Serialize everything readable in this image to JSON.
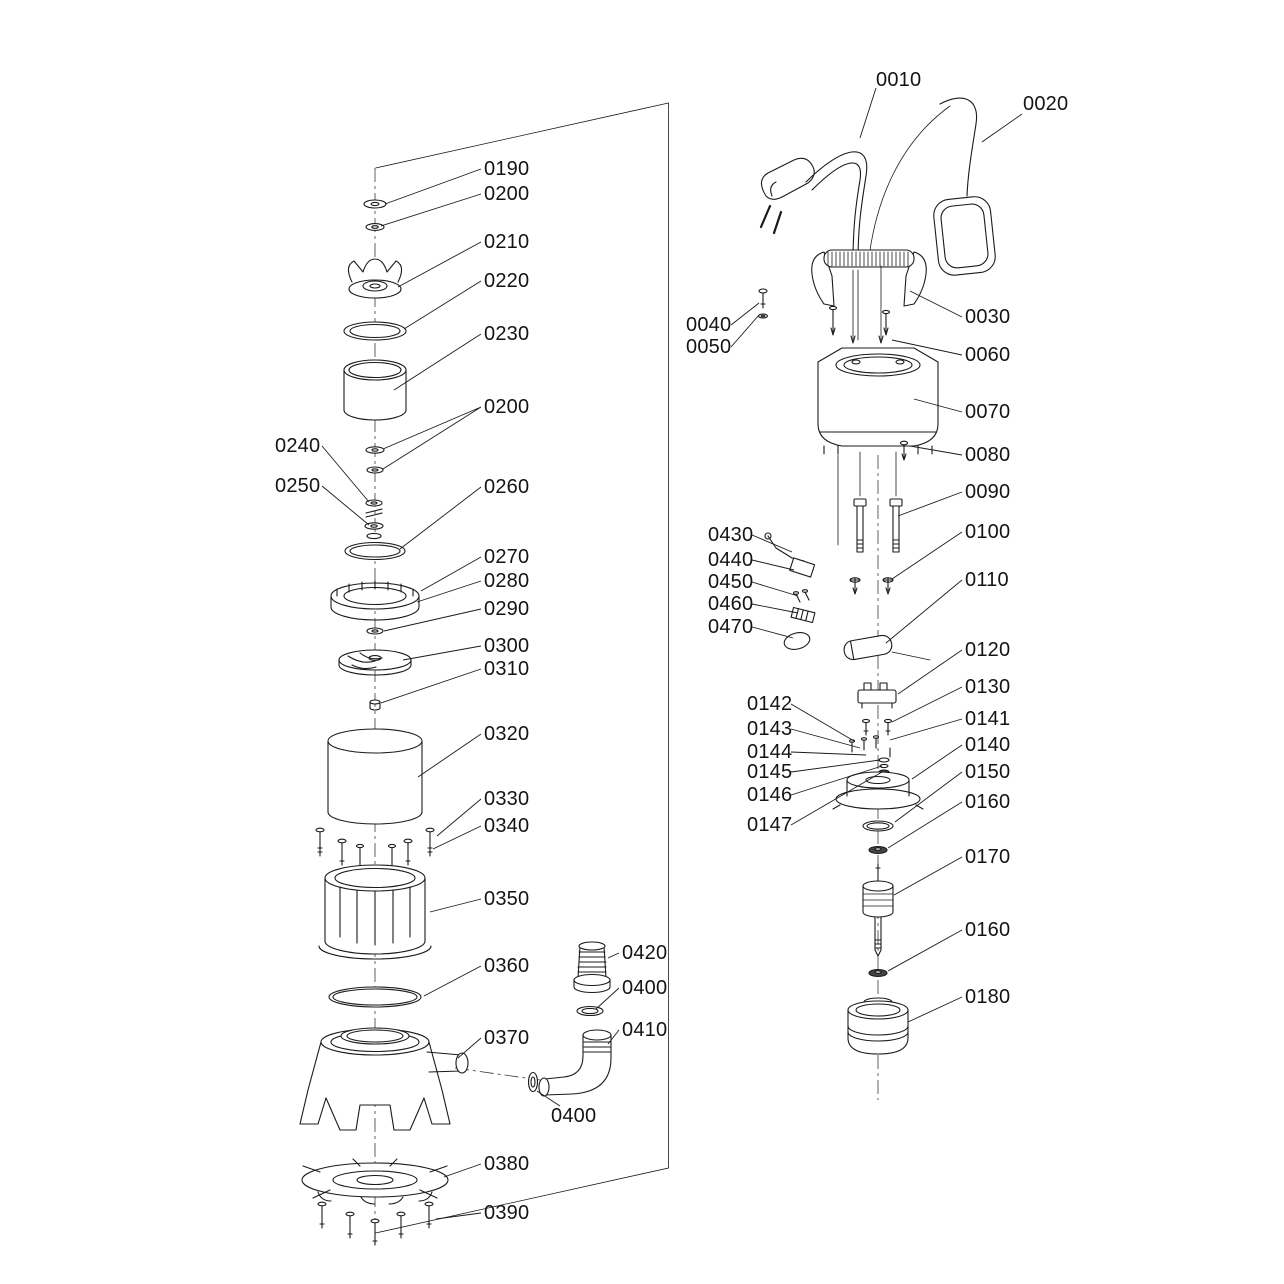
{
  "diagram": {
    "background": "#ffffff",
    "line_color": "#1b1b1b",
    "labels": [
      "0190",
      "0200",
      "0210",
      "0220",
      "0230",
      "0200",
      "0240",
      "0250",
      "0260",
      "0270",
      "0280",
      "0290",
      "0300",
      "0310",
      "0320",
      "0330",
      "0340",
      "0350",
      "0360",
      "0370",
      "0380",
      "0390",
      "0420",
      "0400",
      "0410",
      "0400",
      "0010",
      "0020",
      "0040",
      "0050",
      "0030",
      "0060",
      "0070",
      "0080",
      "0090",
      "0100",
      "0110",
      "0430",
      "0440",
      "0450",
      "0460",
      "0470",
      "0120",
      "0130",
      "0141",
      "0140",
      "0150",
      "0160",
      "0170",
      "0160",
      "0180",
      "0142",
      "0143",
      "0144",
      "0145",
      "0146",
      "0147"
    ]
  }
}
